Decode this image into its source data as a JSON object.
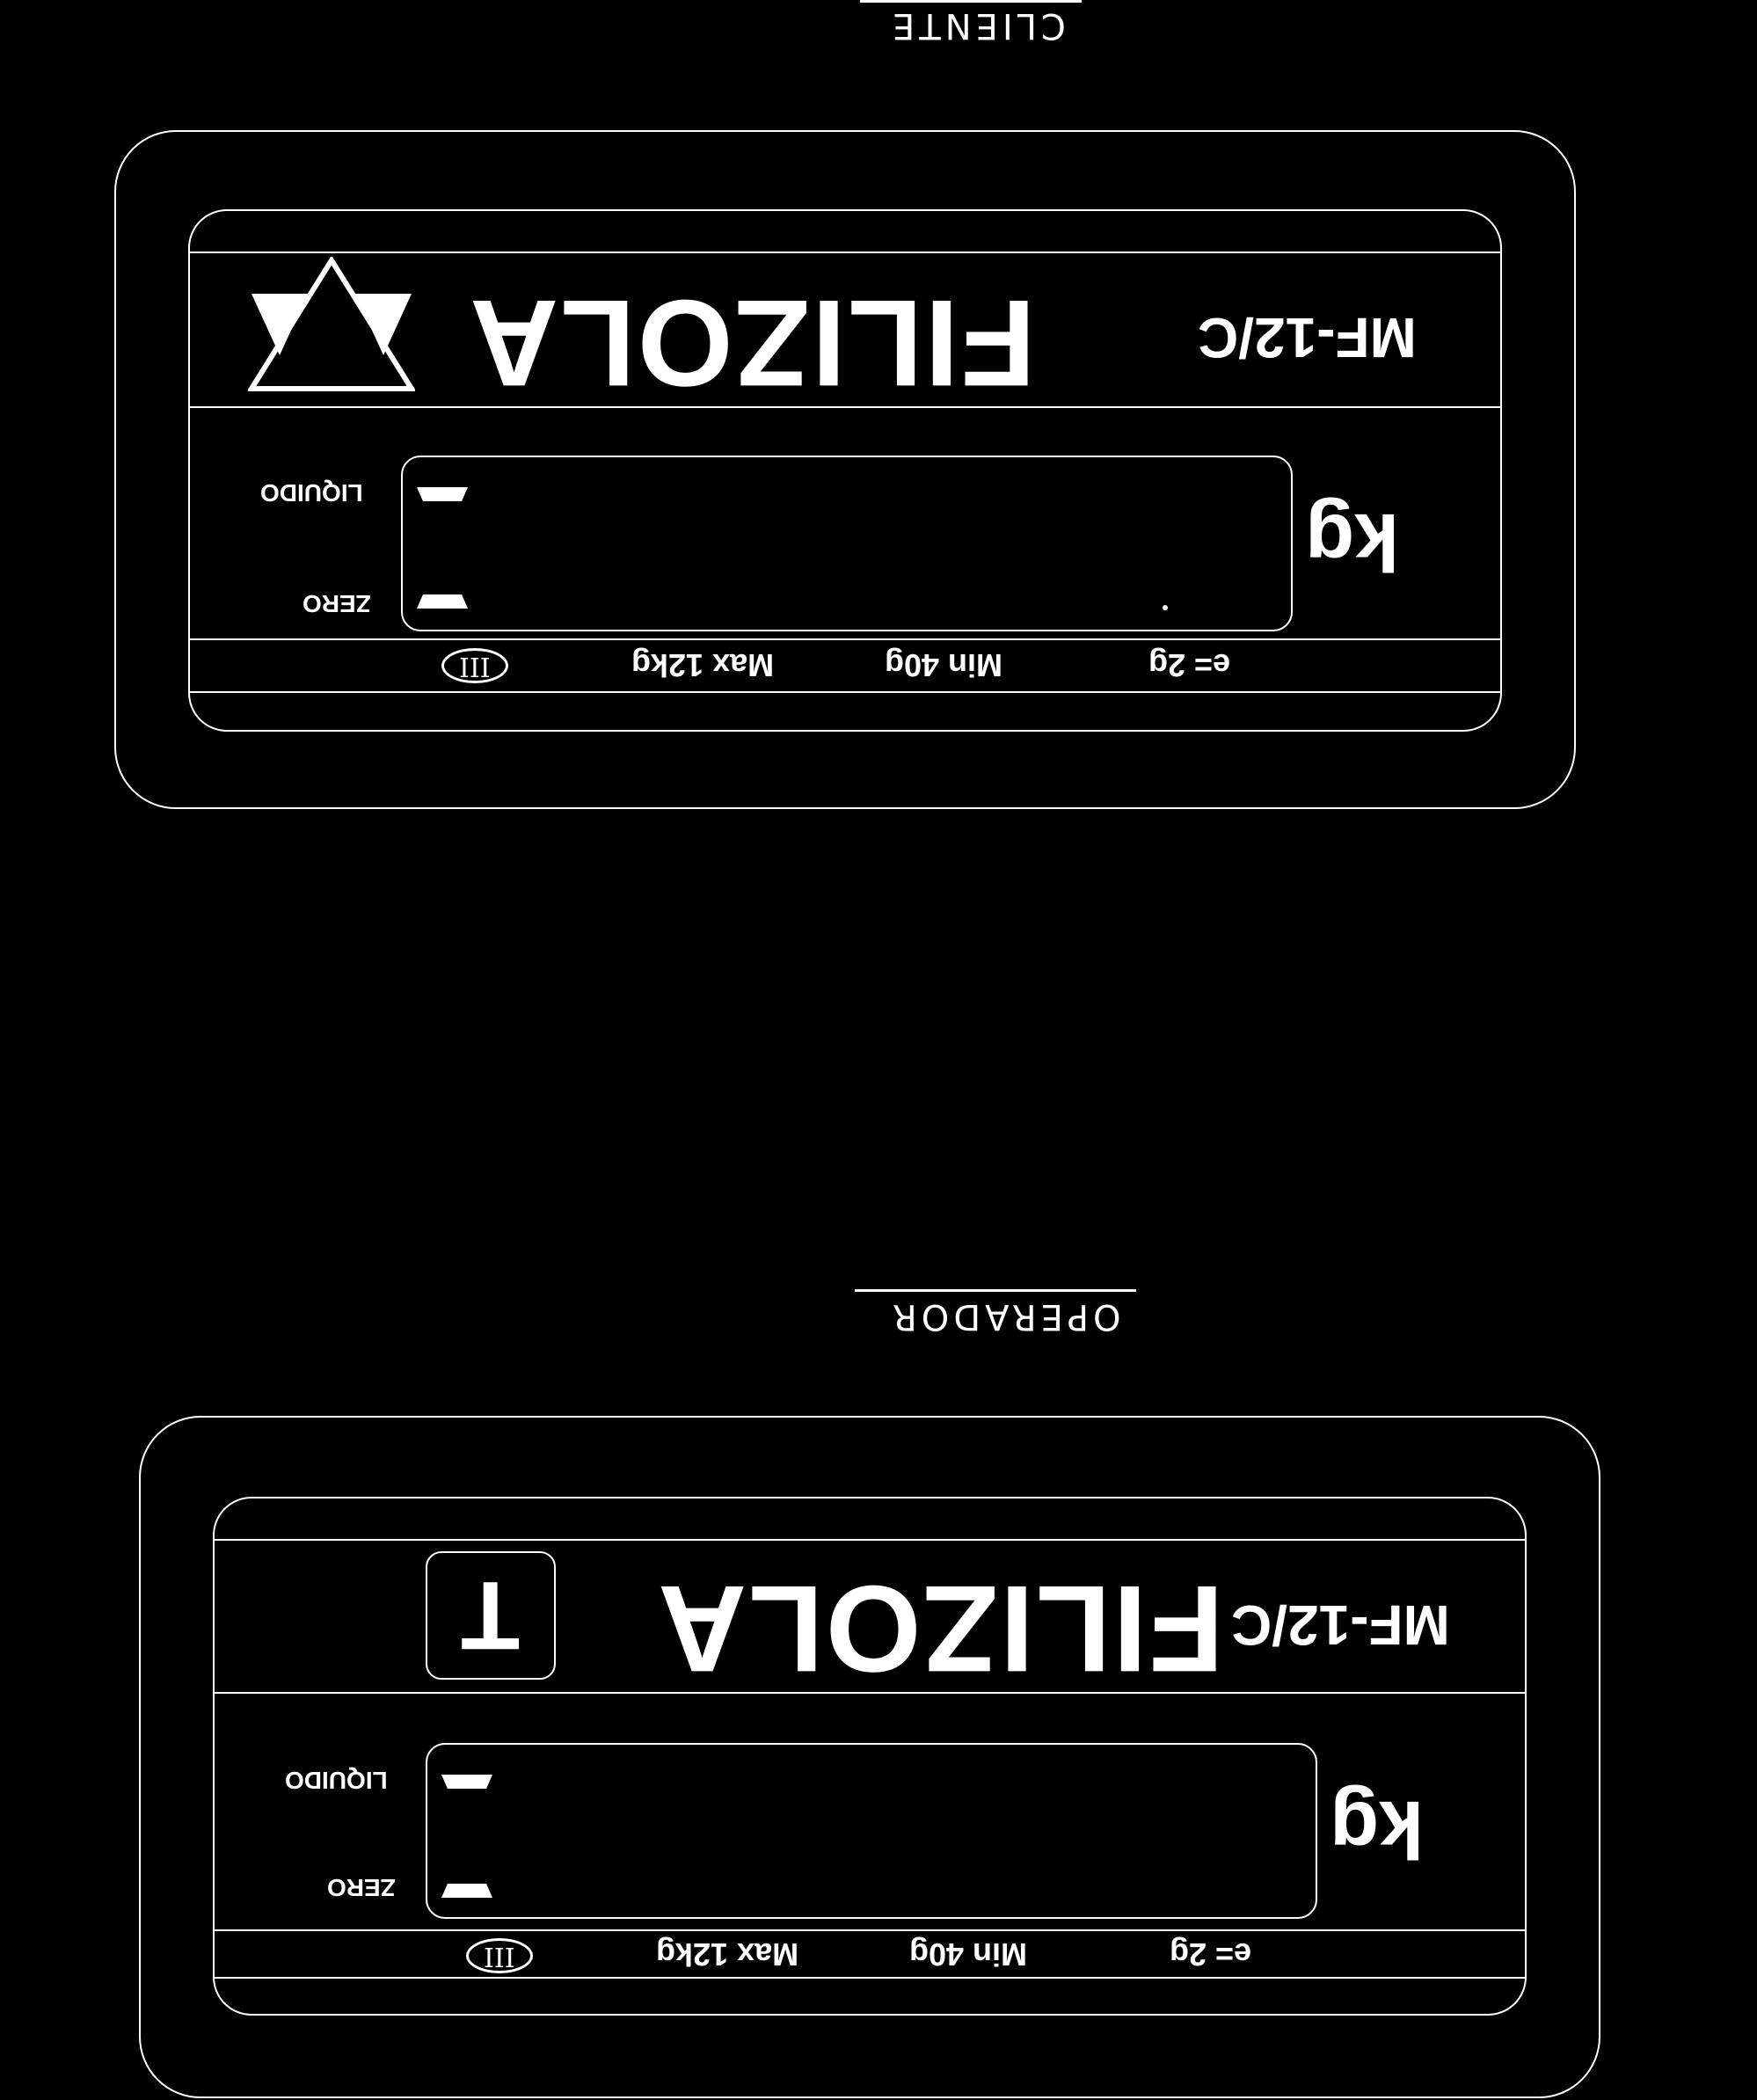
{
  "panels": [
    {
      "side_label": "CLIENTE",
      "brand": "FILIZOLA",
      "model": "MF-12/C",
      "logo": "triangle-logo-icon",
      "indicators": {
        "top": "LIQUIDO",
        "bottom": "ZERO"
      },
      "unit": "kg",
      "specs": {
        "class": "III",
        "max": "Max 12kg",
        "min": "Min 40g",
        "e": "e= 2g"
      }
    },
    {
      "side_label": "OPERADOR",
      "brand": "FILIZOLA",
      "model": "MF-12/C",
      "tare_key": "T",
      "indicators": {
        "top": "LIQUIDO",
        "bottom": "ZERO"
      },
      "unit": "kg",
      "specs": {
        "class": "III",
        "max": "Max 12kg",
        "min": "Min 40g",
        "e": "e= 2g"
      }
    }
  ]
}
